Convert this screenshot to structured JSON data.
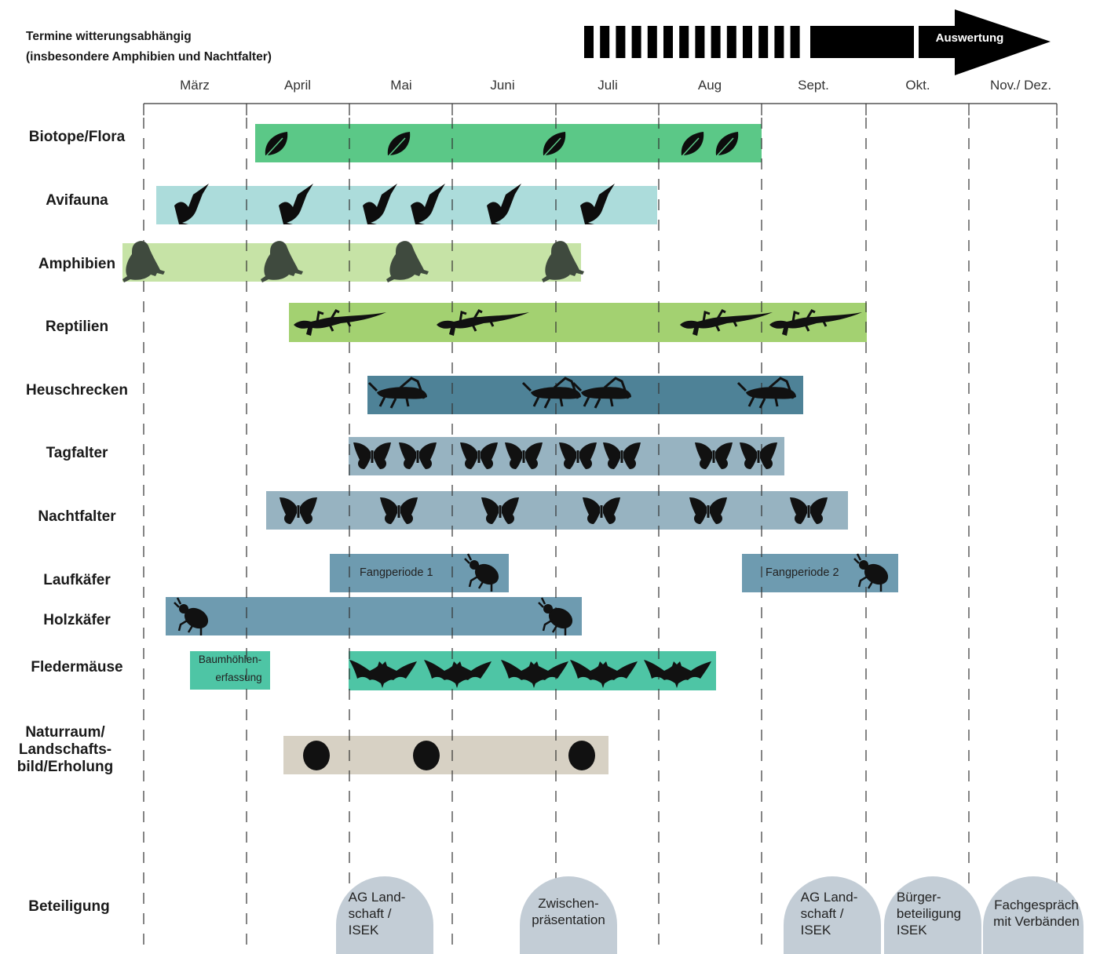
{
  "header": {
    "note_line1": "Termine witterungsabhängig",
    "note_line2": "(insbesondere Amphibien und Nachtfalter)",
    "arrow_label": "Auswertung"
  },
  "months": [
    "März",
    "April",
    "Mai",
    "Juni",
    "Juli",
    "Aug",
    "Sept.",
    "Okt.",
    "Nov./ Dez."
  ],
  "rows": [
    {
      "label": "Biotope/Flora",
      "icon": "leaf-icon",
      "color": "#5bc887"
    },
    {
      "label": "Avifauna",
      "icon": "bird-icon",
      "color": "#acdcdb"
    },
    {
      "label": "Amphibien",
      "icon": "frog-icon",
      "color": "#c6e3a6"
    },
    {
      "label": "Reptilien",
      "icon": "lizard-icon",
      "color": "#a3d171"
    },
    {
      "label": "Heuschrecken",
      "icon": "grasshopper-icon",
      "color": "#4e8297"
    },
    {
      "label": "Tagfalter",
      "icon": "butterfly-icon",
      "color": "#97b3c1"
    },
    {
      "label": "Nachtfalter",
      "icon": "butterfly-icon",
      "color": "#97b3c1"
    },
    {
      "label": "Laufkäfer",
      "icon": "beetle-icon",
      "color": "#6e9bb0"
    },
    {
      "label": "Holzkäfer",
      "icon": "beetle-icon",
      "color": "#6e9bb0"
    },
    {
      "label": "Fledermäuse",
      "icon": "bat-icon",
      "color": "#4ec5a5"
    },
    {
      "label": "Naturraum/\nLandschafts-\nbild/Erholung",
      "icon": "dot-icon",
      "color": "#d7d1c4"
    },
    {
      "label": "Beteiligung",
      "icon": "",
      "color": "#c3cdd6"
    }
  ],
  "bar_texts": {
    "laufkaefer_1": "Fangperiode 1",
    "laufkaefer_2": "Fangperiode 2",
    "baumhoehlen_1": "Baumhöhlen-",
    "baumhoehlen_2": "erfassung"
  },
  "meetings": [
    {
      "label": "AG Land-\nschaft /\nISEK"
    },
    {
      "label": "Zwischen-\npräsentation"
    },
    {
      "label": "AG Land-\nschaft /\nISEK"
    },
    {
      "label": "Bürger-\nbeteiligung\nISEK"
    },
    {
      "label": "Fachgespräch\nmit Verbänden"
    }
  ]
}
